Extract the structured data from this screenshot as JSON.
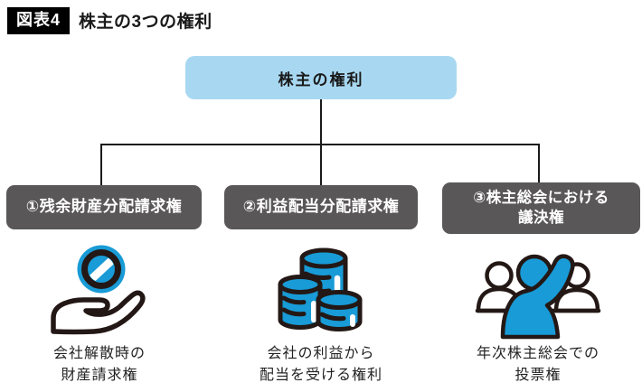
{
  "header": {
    "badge": "図表4",
    "title": "株主の3つの権利"
  },
  "root": {
    "label": "株主の権利"
  },
  "branches": [
    {
      "box_lines": [
        "①残余財産分配請求権"
      ],
      "icon": "hand-coin-icon",
      "caption_lines": [
        "会社解散時の",
        "財産請求権"
      ]
    },
    {
      "box_lines": [
        "②利益配当分配請求権"
      ],
      "icon": "coin-stacks-icon",
      "caption_lines": [
        "会社の利益から",
        "配当を受ける権利"
      ]
    },
    {
      "box_lines": [
        "③株主総会における",
        "議決権"
      ],
      "icon": "voting-people-icon",
      "caption_lines": [
        "年次株主総会での",
        "投票権"
      ]
    }
  ],
  "colors": {
    "root_box_bg": "#a8d8f1",
    "branch_box_bg": "#595757",
    "icon_blue": "#189bd6",
    "outline_black": "#231815",
    "connector_line": "#1a1a1a"
  }
}
